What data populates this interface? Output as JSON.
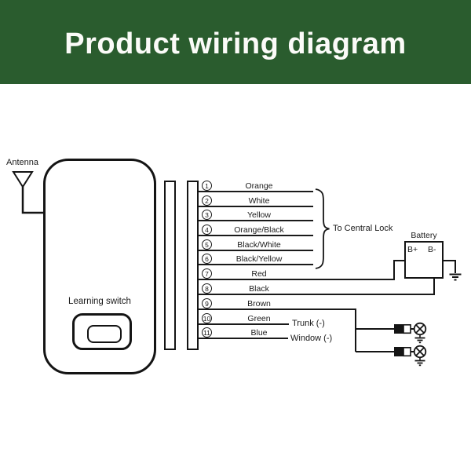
{
  "header": {
    "title": "Product wiring diagram",
    "bg_color": "#2A5C2E",
    "text_color": "#FBFBF8"
  },
  "device": {
    "antenna_label": "Antenna",
    "switch_label": "Learning switch"
  },
  "wires": [
    {
      "num": "1",
      "label": "Orange"
    },
    {
      "num": "2",
      "label": "White"
    },
    {
      "num": "3",
      "label": "Yellow"
    },
    {
      "num": "4",
      "label": "Orange/Black"
    },
    {
      "num": "5",
      "label": "Black/White"
    },
    {
      "num": "6",
      "label": "Black/Yellow"
    },
    {
      "num": "7",
      "label": "Red"
    },
    {
      "num": "8",
      "label": "Black"
    },
    {
      "num": "9",
      "label": "Brown"
    },
    {
      "num": "10",
      "label": "Green",
      "dest": "Trunk (-)"
    },
    {
      "num": "11",
      "label": "Blue",
      "dest": "Window (-)"
    }
  ],
  "annotations": {
    "central_lock": "To Central Lock"
  },
  "battery": {
    "label": "Battery",
    "positive": "B+",
    "negative": "B-"
  },
  "line_color": "#1A1A1A"
}
